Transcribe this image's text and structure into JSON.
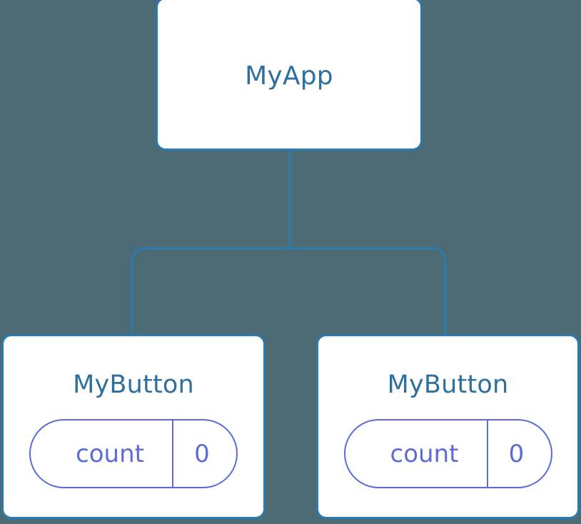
{
  "diagram": {
    "type": "component-tree",
    "background_color": "#4d6b75",
    "node_border_color": "#2b7bb0",
    "node_title_color": "#2d6f9e",
    "state_color": "#5c6bd8",
    "connector_color": "#2b7bb0",
    "root": {
      "title": "MyApp"
    },
    "children": [
      {
        "title": "MyButton",
        "state": {
          "key": "count",
          "value": "0"
        }
      },
      {
        "title": "MyButton",
        "state": {
          "key": "count",
          "value": "0"
        }
      }
    ]
  }
}
